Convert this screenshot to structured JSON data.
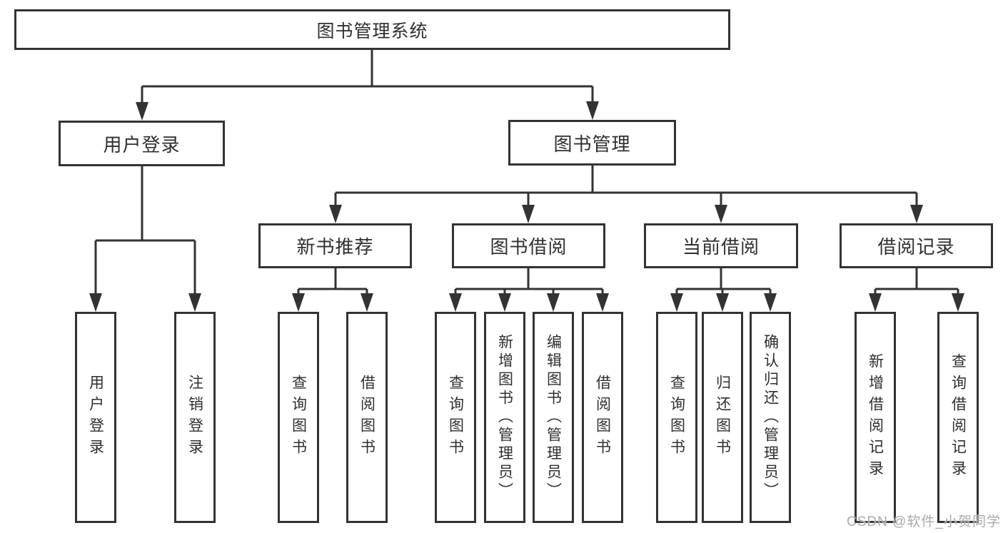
{
  "tree": {
    "root": "图书管理系统",
    "branches": [
      {
        "label": "用户登录",
        "children": [
          "用户登录",
          "注销登录"
        ]
      },
      {
        "label": "图书管理",
        "children": [
          {
            "label": "新书推荐",
            "children": [
              "查询图书",
              "借阅图书"
            ]
          },
          {
            "label": "图书借阅",
            "children": [
              "查询图书",
              "新增图书（管理员）",
              "编辑图书（管理员）",
              "借阅图书"
            ]
          },
          {
            "label": "当前借阅",
            "children": [
              "查询图书",
              "归还图书",
              "确认归还（管理员）"
            ]
          },
          {
            "label": "借阅记录",
            "children": [
              "新增借阅记录",
              "查询借阅记录"
            ]
          }
        ]
      }
    ]
  },
  "watermark": {
    "text": "CSDN @软件_小贺同学"
  },
  "colors": {
    "line": "#333333",
    "box_border": "#333333",
    "text": "#2f2f2f",
    "watermark": "#aaaaaa",
    "background": "#ffffff"
  }
}
